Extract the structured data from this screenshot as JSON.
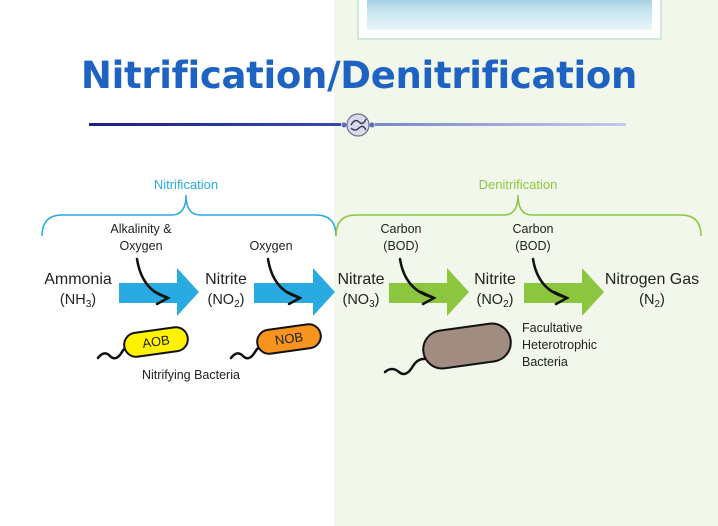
{
  "title": "Nitrification/Denitrification",
  "sections": {
    "nitrification": "Nitrification",
    "denitrification": "Denitrification"
  },
  "compounds": {
    "ammonia": {
      "name": "Ammonia",
      "formula": "(NH",
      "sub": "3",
      "close": ")"
    },
    "nitrite1": {
      "name": "Nitrite",
      "formula": "(NO",
      "sub": "2",
      "close": ")"
    },
    "nitrate": {
      "name": "Nitrate",
      "formula": "(NO",
      "sub": "3",
      "close": ")"
    },
    "nitrite2": {
      "name": "Nitrite",
      "formula": "(NO",
      "sub": "2",
      "close": ")"
    },
    "nitrogen_gas": {
      "name": "Nitrogen Gas",
      "formula": "(N",
      "sub": "2",
      "close": ")"
    }
  },
  "inputs": {
    "alkalinity_oxygen": [
      "Alkalinity &",
      "Oxygen"
    ],
    "oxygen": "Oxygen",
    "carbon1": [
      "Carbon",
      "(BOD)"
    ],
    "carbon2": [
      "Carbon",
      "(BOD)"
    ]
  },
  "bacteria": {
    "aob": "AOB",
    "nob": "NOB",
    "nitrifying": "Nitrifying Bacteria",
    "facultative": [
      "Facultative",
      "Heterotrophic",
      "Bacteria"
    ]
  },
  "colors": {
    "title": "#1f63c2",
    "nitrification": "#29abe2",
    "denitrification": "#8cc63f",
    "aob": "#fff200",
    "nob": "#f7941d",
    "facultative": "#a08c80"
  }
}
